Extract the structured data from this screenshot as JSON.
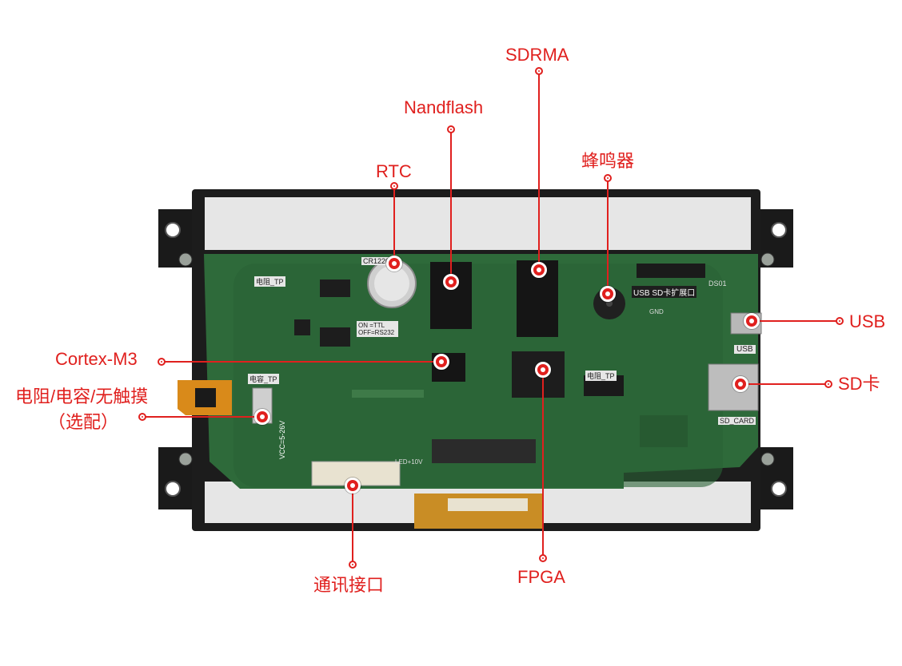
{
  "labels": {
    "sdrma": "SDRMA",
    "nandflash": "Nandflash",
    "rtc": "RTC",
    "buzzer": "蜂鸣器",
    "usb": "USB",
    "cortex": "Cortex-M3",
    "sd_card": "SD卡",
    "resistor_line1": "电阻/电容/无触摸",
    "resistor_line2": "（选配）",
    "comm": "通讯接口",
    "fpga": "FPGA"
  },
  "board_text": {
    "usb_sd": "USB SD卡扩展口",
    "usb": "USB",
    "sd_card": "SD_CARD",
    "vcc": "VCC=5-26V",
    "cr1220": "CR1220",
    "ttl": "ON =TTL OFF=RS232",
    "tp1": "电阻_TP",
    "tp2": "电容_TP",
    "tp3": "电阻_TP",
    "gnd": "GND",
    "led": "LED+10V",
    "dsi": "DS01"
  },
  "colors": {
    "accent": "#e0201e",
    "pcb": "#2e6a3a",
    "frame": "#1c1c1c",
    "foam": "#e6e6e6"
  }
}
